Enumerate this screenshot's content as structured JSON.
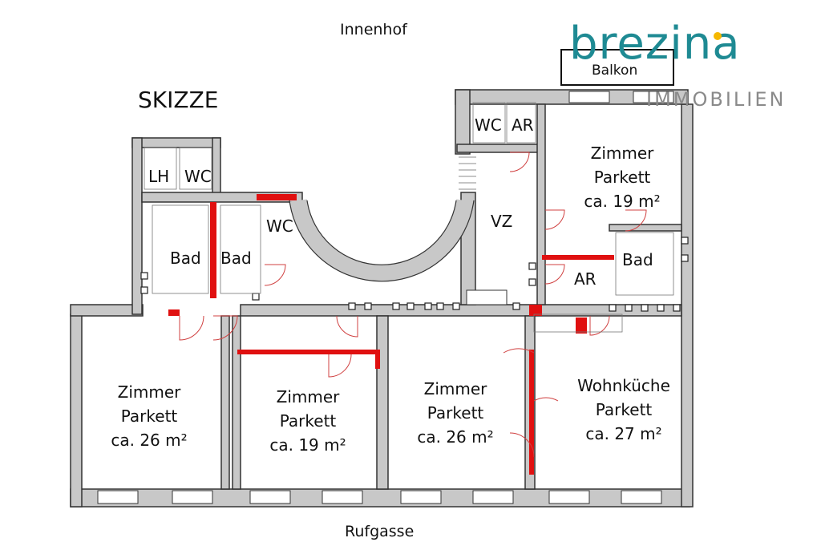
{
  "title": "SKIZZE",
  "courtyard_label": "Innenhof",
  "street_label": "Rufgasse",
  "balcony_label": "Balkon",
  "logo": {
    "name": "brezina",
    "subtitle": "IMMOBILIEN",
    "accent_color": "#1e8a93",
    "dot_color": "#f5b800"
  },
  "rooms": {
    "lh": "LH",
    "wc_top_left": "WC",
    "bad_left": "Bad",
    "bad_middle": "Bad",
    "wc_middle": "WC",
    "wc_top_right": "WC",
    "ar_top_right": "AR",
    "vz": "VZ",
    "zimmer_top_right": {
      "name": "Zimmer",
      "floor": "Parkett",
      "area": "ca. 19 m²"
    },
    "bad_right": "Bad",
    "ar_right": "AR",
    "zimmer_1": {
      "name": "Zimmer",
      "floor": "Parkett",
      "area": "ca. 26 m²"
    },
    "zimmer_2": {
      "name": "Zimmer",
      "floor": "Parkett",
      "area": "ca. 19 m²"
    },
    "zimmer_3": {
      "name": "Zimmer",
      "floor": "Parkett",
      "area": "ca. 26 m²"
    },
    "wohnkueche": {
      "name": "Wohnküche",
      "floor": "Parkett",
      "area": "ca. 27 m²"
    }
  },
  "colors": {
    "wall": "#c8c8c8",
    "wall_edge": "#333333",
    "new_wall": "#e01010",
    "door_swing": "#d04040",
    "pillar": "#222222"
  }
}
